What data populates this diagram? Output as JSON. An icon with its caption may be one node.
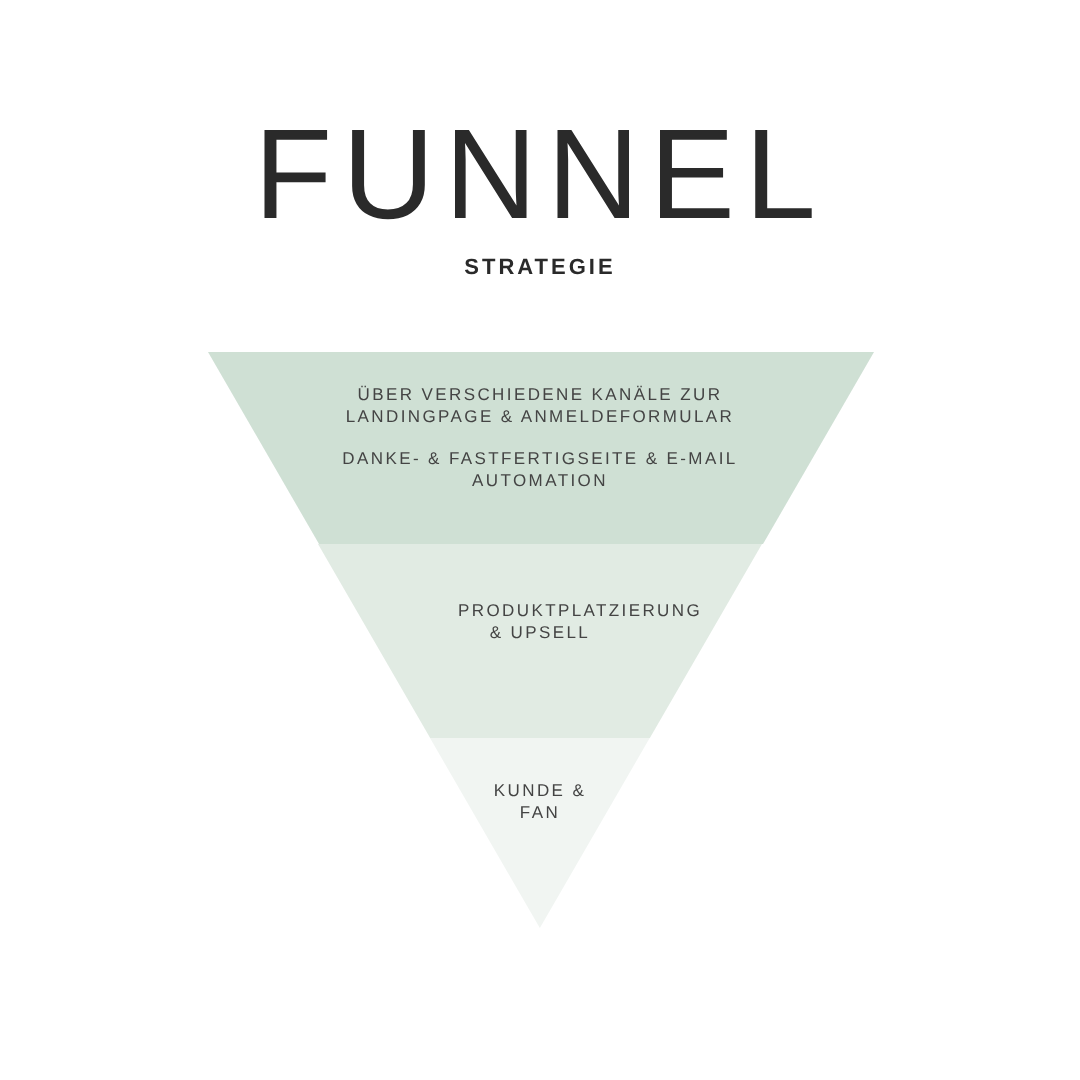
{
  "diagram": {
    "title": "FUNNEL",
    "nodes": [
      {
        "text": [
          "ÜBER VERSCHIEDENE KANÄLE ZUR LANDINGPAGE & ANMELDEFORMULAR",
          "DANKE- & FASTFERTIGSEITE & E-MAIL AUTOMATION"
        ]
      },
      {
        "text": [
          "PRODUKTPLATZIERUNG & UPSELL"
        ]
      },
      {
        "text": [
          "KUNDE & FAN"
        ]
      }
    ],
    "labels": [
      "STRATEGIE"
    ]
  }
}
